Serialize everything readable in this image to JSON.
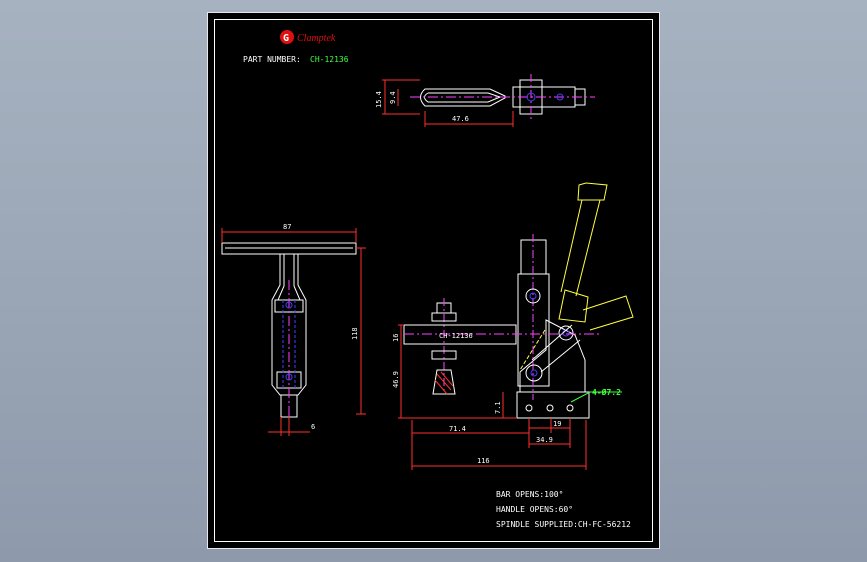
{
  "header": {
    "logo_letter": "G",
    "brand": "Clamptek",
    "part_number_label": "PART NUMBER:",
    "part_number": "CH-12136"
  },
  "dimensions": {
    "top_width_long": "47.6",
    "top_h1": "15.4",
    "top_h2": "9.4",
    "front_width": "87",
    "front_height": "118",
    "front_tip": "6",
    "side_h_upper": "16",
    "side_h_lower": "46.9",
    "side_small": "7.1",
    "side_71": "71.4",
    "side_19": "19",
    "side_34": "34.9",
    "side_116": "116",
    "hole_note": "4-Ø7.2",
    "bar_label": "CH-12136"
  },
  "notes": [
    "BAR OPENS:100°",
    "HANDLE OPENS:60°",
    "SPINDLE SUPPLIED:CH-FC-56212"
  ],
  "colors": {
    "dim": "#ff3030",
    "part": "#ffffff",
    "center": "#ff40ff",
    "hidden": "#4040ff",
    "ghost": "#ffff40",
    "note": "#40ff40",
    "text": "#ffffff"
  }
}
